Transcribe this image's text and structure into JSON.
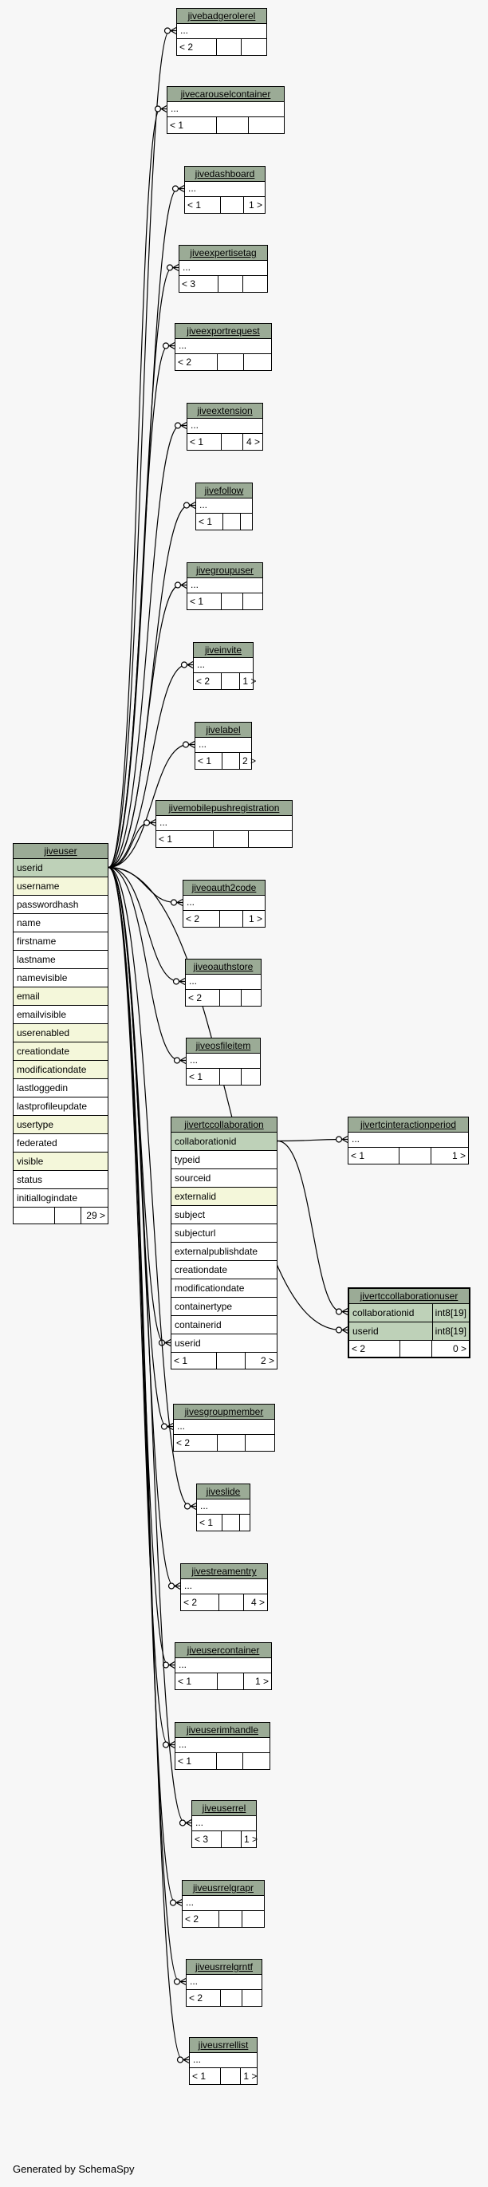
{
  "footer": "Generated by SchemaSpy",
  "tables": [
    {
      "name": "jivebadgerolerel",
      "rows": [
        {
          "text": "..."
        }
      ],
      "parents": "< 2",
      "children": ""
    },
    {
      "name": "jivecarouselcontainer",
      "rows": [
        {
          "text": "..."
        }
      ],
      "parents": "< 1",
      "children": ""
    },
    {
      "name": "jivedashboard",
      "rows": [
        {
          "text": "..."
        }
      ],
      "parents": "< 1",
      "children": "1 >"
    },
    {
      "name": "jiveexpertisetag",
      "rows": [
        {
          "text": "..."
        }
      ],
      "parents": "< 3",
      "children": ""
    },
    {
      "name": "jiveexportrequest",
      "rows": [
        {
          "text": "..."
        }
      ],
      "parents": "< 2",
      "children": ""
    },
    {
      "name": "jiveextension",
      "rows": [
        {
          "text": "..."
        }
      ],
      "parents": "< 1",
      "children": "4 >"
    },
    {
      "name": "jivefollow",
      "rows": [
        {
          "text": "..."
        }
      ],
      "parents": "< 1",
      "children": ""
    },
    {
      "name": "jivegroupuser",
      "rows": [
        {
          "text": "..."
        }
      ],
      "parents": "< 1",
      "children": ""
    },
    {
      "name": "jiveinvite",
      "rows": [
        {
          "text": "..."
        }
      ],
      "parents": "< 2",
      "children": "1 >"
    },
    {
      "name": "jivelabel",
      "rows": [
        {
          "text": "..."
        }
      ],
      "parents": "< 1",
      "children": "2 >"
    },
    {
      "name": "jivemobilepushregistration",
      "rows": [
        {
          "text": "..."
        }
      ],
      "parents": "< 1",
      "children": ""
    },
    {
      "name": "jiveoauth2code",
      "rows": [
        {
          "text": "..."
        }
      ],
      "parents": "< 2",
      "children": "1 >"
    },
    {
      "name": "jiveoauthstore",
      "rows": [
        {
          "text": "..."
        }
      ],
      "parents": "< 2",
      "children": ""
    },
    {
      "name": "jiveosfileitem",
      "rows": [
        {
          "text": "..."
        }
      ],
      "parents": "< 1",
      "children": ""
    },
    {
      "name": "jiveuser",
      "rows": [
        {
          "text": "userid",
          "kind": "pk"
        },
        {
          "text": "username",
          "kind": "idx"
        },
        {
          "text": "passwordhash"
        },
        {
          "text": "name"
        },
        {
          "text": "firstname"
        },
        {
          "text": "lastname"
        },
        {
          "text": "namevisible"
        },
        {
          "text": "email",
          "kind": "idx"
        },
        {
          "text": "emailvisible"
        },
        {
          "text": "userenabled",
          "kind": "idx"
        },
        {
          "text": "creationdate",
          "kind": "idx"
        },
        {
          "text": "modificationdate",
          "kind": "idx"
        },
        {
          "text": "lastloggedin"
        },
        {
          "text": "lastprofileupdate"
        },
        {
          "text": "usertype",
          "kind": "idx"
        },
        {
          "text": "federated"
        },
        {
          "text": "visible",
          "kind": "idx"
        },
        {
          "text": "status"
        },
        {
          "text": "initiallogindate"
        }
      ],
      "parents": "",
      "children": "29 >"
    },
    {
      "name": "jivertccollaboration",
      "rows": [
        {
          "text": "collaborationid",
          "kind": "pk"
        },
        {
          "text": "typeid"
        },
        {
          "text": "sourceid"
        },
        {
          "text": "externalid",
          "kind": "idx"
        },
        {
          "text": "subject"
        },
        {
          "text": "subjecturl"
        },
        {
          "text": "externalpublishdate"
        },
        {
          "text": "creationdate"
        },
        {
          "text": "modificationdate"
        },
        {
          "text": "containertype"
        },
        {
          "text": "containerid"
        },
        {
          "text": "userid"
        }
      ],
      "parents": "< 1",
      "children": "2 >"
    },
    {
      "name": "jivertcinteractionperiod",
      "rows": [
        {
          "text": "..."
        }
      ],
      "parents": "< 1",
      "children": "1 >"
    },
    {
      "name": "jivertccollaborationuser",
      "rows": [
        {
          "text": "collaborationid",
          "type": "int8[19]",
          "kind": "pk"
        },
        {
          "text": "userid",
          "type": "int8[19]",
          "kind": "pk"
        }
      ],
      "parents": "< 2",
      "children": "0 >"
    },
    {
      "name": "jivesgroupmember",
      "rows": [
        {
          "text": "..."
        }
      ],
      "parents": "< 2",
      "children": ""
    },
    {
      "name": "jiveslide",
      "rows": [
        {
          "text": "..."
        }
      ],
      "parents": "< 1",
      "children": ""
    },
    {
      "name": "jivestreamentry",
      "rows": [
        {
          "text": "..."
        }
      ],
      "parents": "< 2",
      "children": "4 >"
    },
    {
      "name": "jiveusercontainer",
      "rows": [
        {
          "text": "..."
        }
      ],
      "parents": "< 1",
      "children": "1 >"
    },
    {
      "name": "jiveuserimhandle",
      "rows": [
        {
          "text": "..."
        }
      ],
      "parents": "< 1",
      "children": ""
    },
    {
      "name": "jiveuserrel",
      "rows": [
        {
          "text": "..."
        }
      ],
      "parents": "< 3",
      "children": "1 >"
    },
    {
      "name": "jiveusrrelgrapr",
      "rows": [
        {
          "text": "..."
        }
      ],
      "parents": "< 2",
      "children": ""
    },
    {
      "name": "jiveusrrelgrntf",
      "rows": [
        {
          "text": "..."
        }
      ],
      "parents": "< 2",
      "children": ""
    },
    {
      "name": "jiveusrrellist",
      "rows": [
        {
          "text": "..."
        }
      ],
      "parents": "< 1",
      "children": "1 >"
    }
  ]
}
